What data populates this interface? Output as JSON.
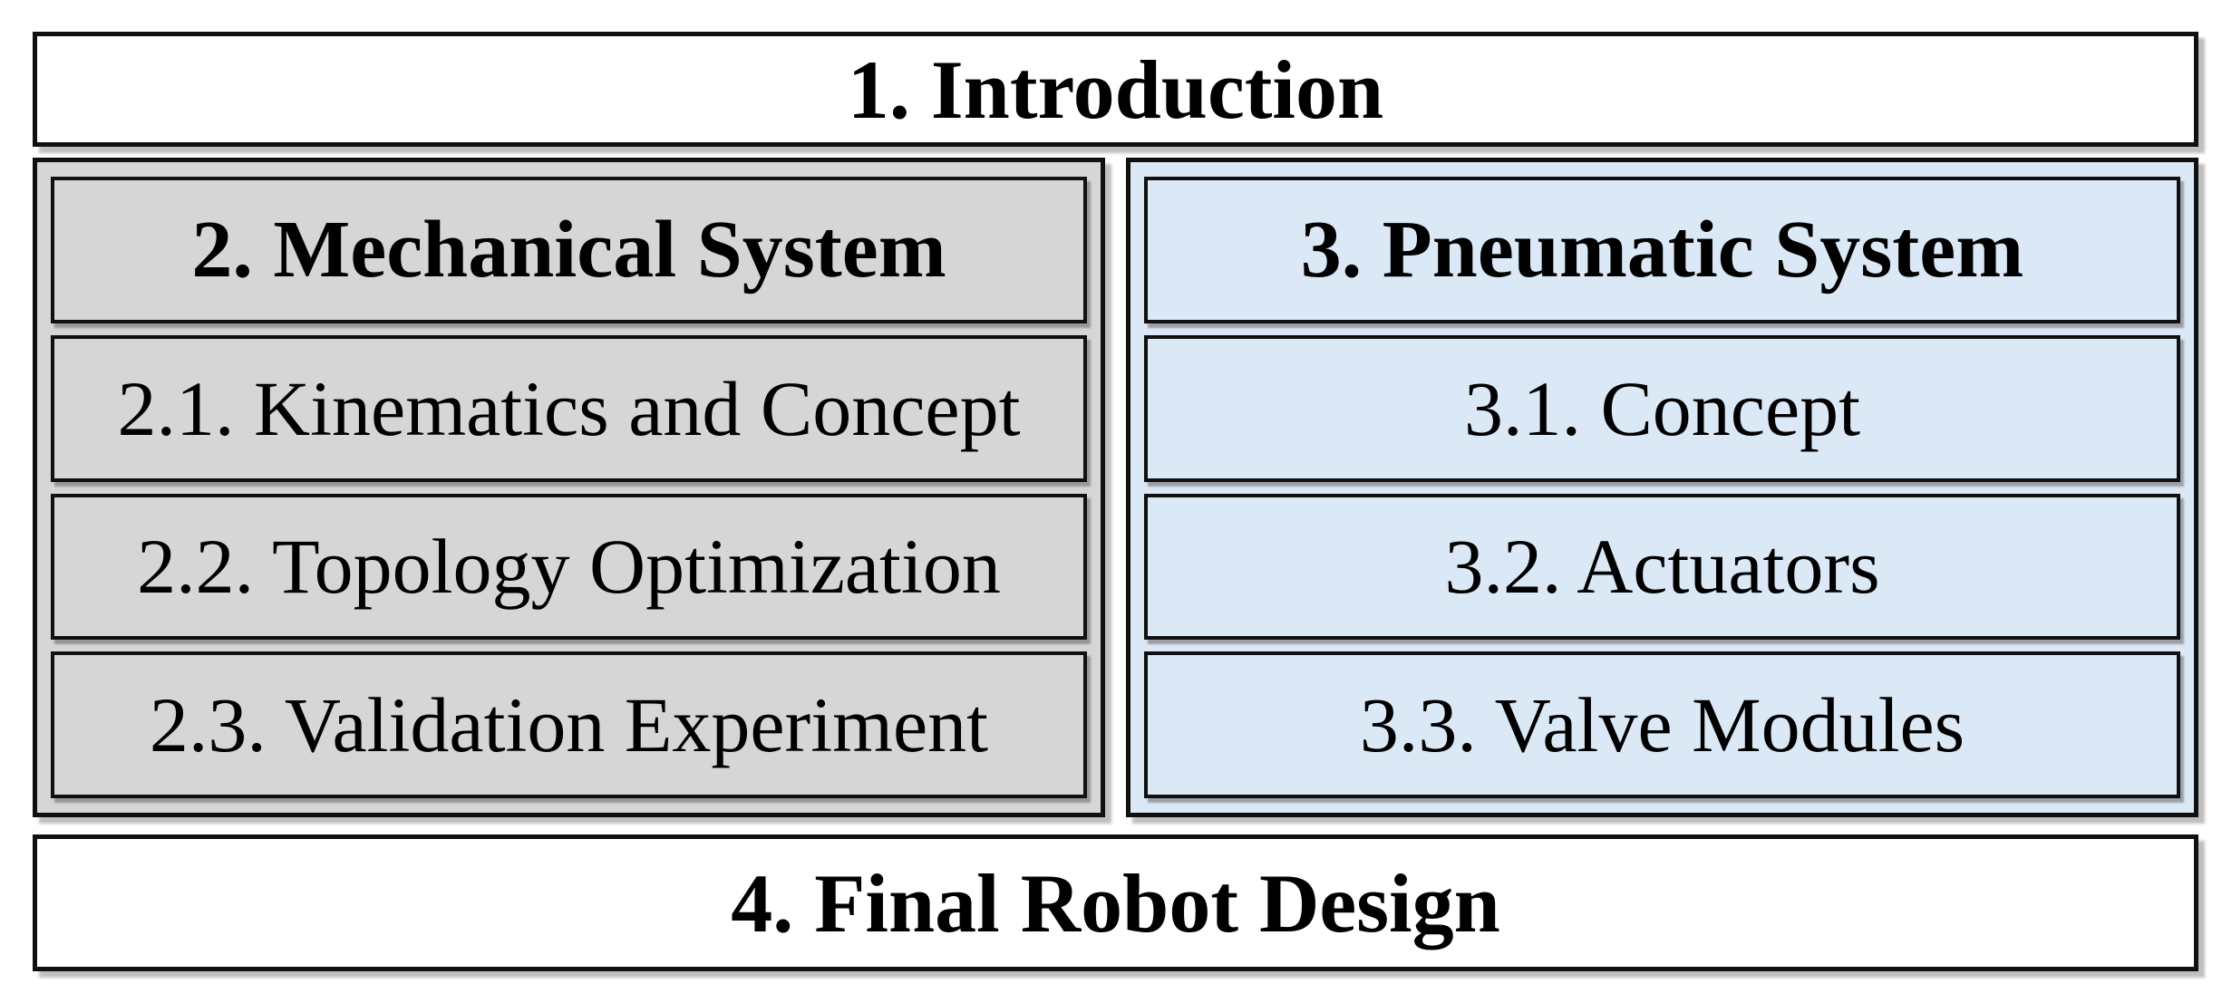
{
  "figure": {
    "type": "paper-structure-flowchart",
    "intro_label": "1. Introduction",
    "final_label": "4. Final Robot Design",
    "panels": [
      {
        "header": "2. Mechanical System",
        "items": [
          "2.1. Kinematics and Concept",
          "2.2. Topology Optimization",
          "2.3. Validation Experiment"
        ],
        "fill_color": "#d6d6d6"
      },
      {
        "header": "3. Pneumatic System",
        "items": [
          "3.1. Concept",
          "3.2. Actuators",
          "3.3. Valve Modules"
        ],
        "fill_color": "#dbe9f6"
      }
    ],
    "colors": {
      "background": "#ffffff",
      "plain_box_fill": "#ffffff",
      "mechanical_fill": "#d6d6d6",
      "pneumatic_fill": "#dbe9f6",
      "border": "#101010",
      "shadow": "#bfbfbf",
      "text": "#000000"
    }
  }
}
